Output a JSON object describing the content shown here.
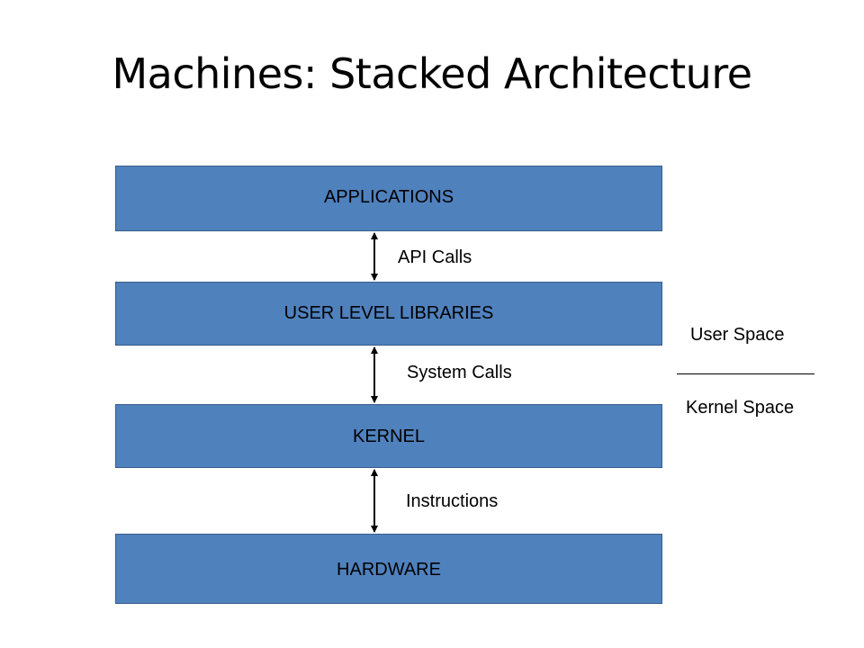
{
  "slide": {
    "title": "Machines: Stacked Architecture"
  },
  "layers": [
    {
      "label": "APPLICATIONS"
    },
    {
      "label": "USER LEVEL LIBRARIES"
    },
    {
      "label": "KERNEL"
    },
    {
      "label": "HARDWARE"
    }
  ],
  "interfaces": [
    {
      "label": "API Calls"
    },
    {
      "label": "System Calls"
    },
    {
      "label": "Instructions"
    }
  ],
  "spaces": {
    "upper": "User Space",
    "lower": "Kernel Space"
  },
  "colors": {
    "layer_fill": "#4f81bd",
    "layer_border": "#385d8a",
    "arrow": "#000000"
  }
}
